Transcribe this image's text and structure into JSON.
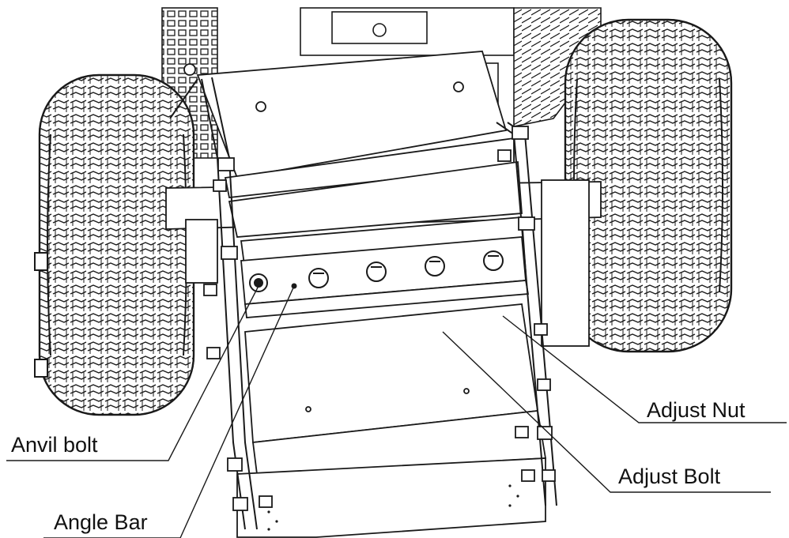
{
  "diagram": {
    "callouts": [
      {
        "id": "adjust-nut",
        "label": "Adjust Nut"
      },
      {
        "id": "adjust-bolt",
        "label": "Adjust Bolt"
      },
      {
        "id": "anvil-bolt",
        "label": "Anvil bolt"
      },
      {
        "id": "angle-bar",
        "label": "Angle Bar"
      }
    ]
  },
  "colors": {
    "line": "#1a1a1a",
    "background": "#ffffff"
  }
}
